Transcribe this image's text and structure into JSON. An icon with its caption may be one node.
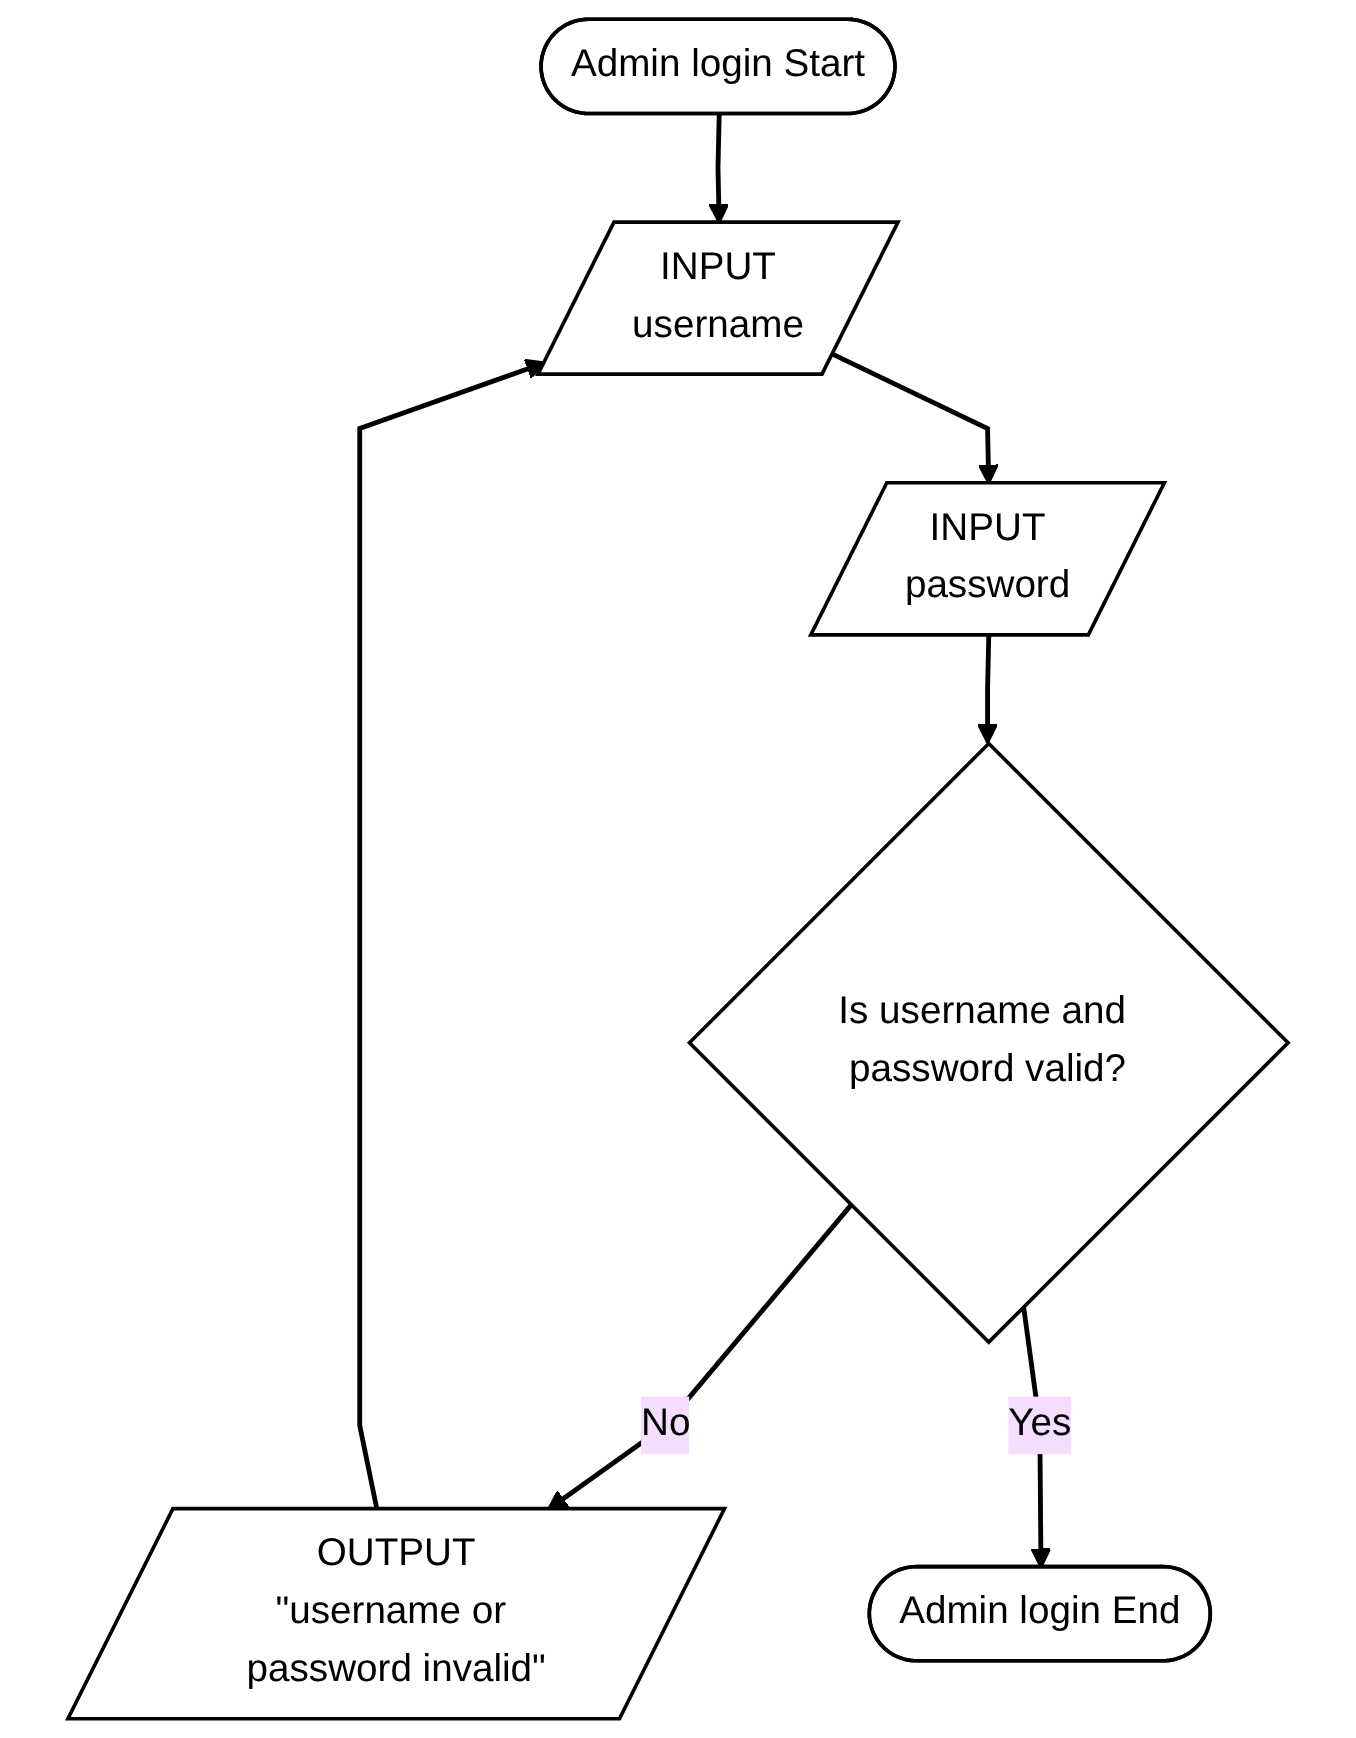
{
  "diagram": {
    "nodes": [
      {
        "text": [
          "Admin login Start"
        ]
      },
      {
        "text": [
          "INPUT",
          "username"
        ]
      },
      {
        "text": [
          "INPUT",
          "password"
        ]
      },
      {
        "text": [
          "Is username and password valid?"
        ]
      },
      {
        "text": [
          "OUTPUT",
          "\"username or password invalid\""
        ]
      },
      {
        "text": [
          "Admin login End"
        ]
      }
    ],
    "edges": [
      {
        "from": 0,
        "to": 1,
        "arrow": "to"
      },
      {
        "from": 1,
        "to": 2,
        "arrow": "to"
      },
      {
        "from": 2,
        "to": 3,
        "arrow": "to"
      },
      {
        "from": 3,
        "to": 4,
        "label": "No",
        "arrow": "to"
      },
      {
        "from": 4,
        "to": 1,
        "arrow": "to"
      },
      {
        "from": 3,
        "to": 5,
        "label": "Yes",
        "arrow": "to"
      }
    ]
  }
}
